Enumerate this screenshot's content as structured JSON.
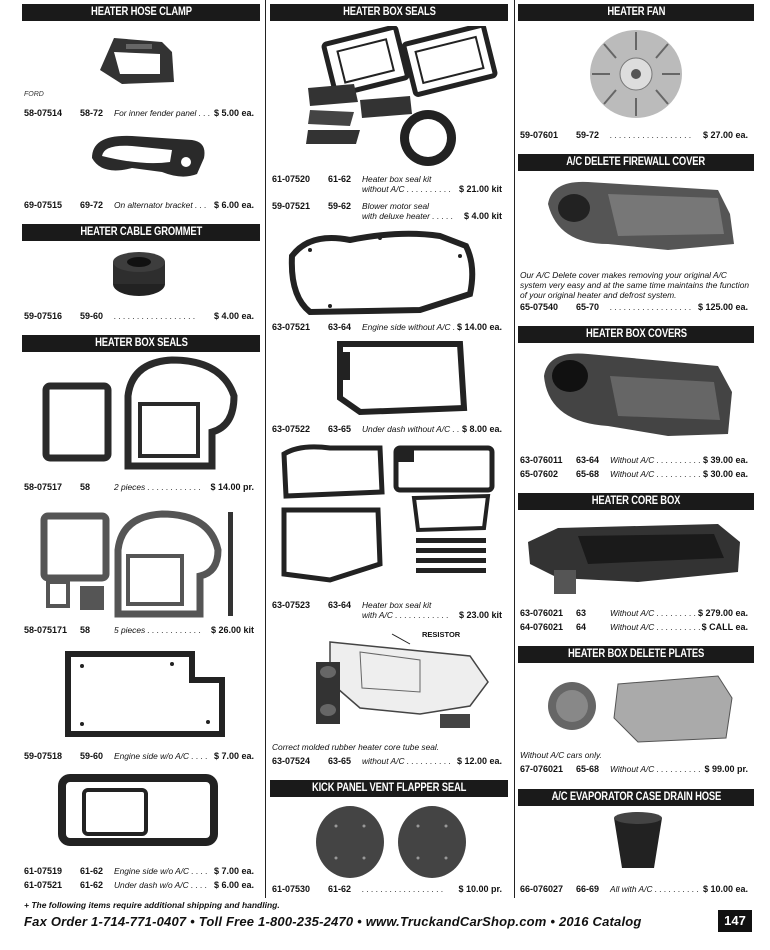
{
  "col1": {
    "hose_clamp_header": "HEATER HOSE CLAMP",
    "hose_clamp_rows": [
      {
        "part": "58-07514",
        "years": "58-72",
        "desc": "For inner fender panel . . .",
        "price": "$ 5.00 ea."
      },
      {
        "part": "69-07515",
        "years": "69-72",
        "desc": "On alternator bracket . . .",
        "price": "$ 6.00 ea."
      }
    ],
    "grommet_header": "HEATER CABLE GROMMET",
    "grommet_rows": [
      {
        "part": "59-07516",
        "years": "59-60",
        "desc": ". . . . . . . . . . . . . . . . . .",
        "price": "$ 4.00 ea."
      }
    ],
    "seals_header": "HEATER BOX SEALS",
    "seals_rows_a": [
      {
        "part": "58-07517",
        "years": "58",
        "desc": "2 pieces . . . . . . . . . . . .",
        "price": "$ 14.00 pr."
      }
    ],
    "seals_rows_b": [
      {
        "part": "58-075171",
        "years": "58",
        "desc": "5 pieces . . . . . . . . . . . .",
        "price": "$ 26.00 kit"
      }
    ],
    "seals_rows_c": [
      {
        "part": "59-07518",
        "years": "59-60",
        "desc": "Engine side w/o A/C . . . .",
        "price": "$ 7.00 ea."
      }
    ],
    "seals_rows_d": [
      {
        "part": "61-07519",
        "years": "61-62",
        "desc": "Engine side w/o A/C . . . .",
        "price": "$ 7.00 ea."
      },
      {
        "part": "61-07521",
        "years": "61-62",
        "desc": "Under dash w/o A/C . . . .",
        "price": "$ 6.00 ea."
      }
    ]
  },
  "col2": {
    "seals_header": "HEATER BOX SEALS",
    "rows_a": [
      {
        "part": "61-07520",
        "years": "61-62",
        "desc": "Heater box seal kit",
        "desc2": "without A/C . . . . . . . . . .",
        "price": "$ 21.00 kit"
      },
      {
        "part": "59-07521",
        "years": "59-62",
        "desc": "Blower motor seal",
        "desc2": "with deluxe heater . . . . .",
        "price": "$ 4.00 kit"
      }
    ],
    "rows_b": [
      {
        "part": "63-07521",
        "years": "63-64",
        "desc": "Engine side without A/C . .",
        "price": "$ 14.00 ea."
      }
    ],
    "rows_c": [
      {
        "part": "63-07522",
        "years": "63-65",
        "desc": "Under dash without A/C . .",
        "price": "$ 8.00 ea."
      }
    ],
    "rows_d": [
      {
        "part": "63-07523",
        "years": "63-64",
        "desc": "Heater box seal kit",
        "desc2": "with A/C . . . . . . . . . . . .",
        "price": "$ 23.00 kit"
      }
    ],
    "resistor_label": "RESISTOR",
    "molded_note": "Correct molded rubber heater core tube seal.",
    "rows_e": [
      {
        "part": "63-07524",
        "years": "63-65",
        "desc": "without A/C . . . . . . . . . .",
        "price": "$ 12.00 ea."
      }
    ],
    "kick_header": "KICK PANEL VENT FLAPPER SEAL",
    "kick_rows": [
      {
        "part": "61-07530",
        "years": "61-62",
        "desc": ". . . . . . . . . . . . . . . . . .",
        "price": "$ 10.00 pr."
      }
    ]
  },
  "col3": {
    "fan_header": "HEATER FAN",
    "fan_rows": [
      {
        "part": "59-07601",
        "years": "59-72",
        "desc": ". . . . . . . . . . . . . . . . . .",
        "price": "$ 27.00 ea."
      }
    ],
    "delete_header": "A/C DELETE FIREWALL COVER",
    "delete_note": "Our A/C Delete cover makes removing your original A/C system very easy and at the same time maintains the function of your original heater and defrost system.",
    "delete_rows": [
      {
        "part": "65-07540",
        "years": "65-70",
        "desc": ". . . . . . . . . . . . . . . . . .",
        "price": "$ 125.00 ea."
      }
    ],
    "covers_header": "HEATER BOX COVERS",
    "covers_rows": [
      {
        "part": "63-076011",
        "years": "63-64",
        "desc": "Without A/C . . . . . . . . . .",
        "price": "$ 39.00 ea."
      },
      {
        "part": "65-07602",
        "years": "65-68",
        "desc": "Without A/C . . . . . . . . . .",
        "price": "$ 30.00 ea."
      }
    ],
    "core_header": "HEATER CORE BOX",
    "core_rows": [
      {
        "part": "63-076021",
        "years": "63",
        "desc": "Without A/C . . . . . . . . . .",
        "price": "$ 279.00 ea."
      },
      {
        "part": "64-076021",
        "years": "64",
        "desc": "Without A/C . . . . . . . . . .",
        "price": "$ CALL ea."
      }
    ],
    "plates_header": "HEATER BOX DELETE PLATES",
    "plates_note": "Without A/C cars only.",
    "plates_rows": [
      {
        "part": "67-076021",
        "years": "65-68",
        "desc": "Without A/C . . . . . . . . . .",
        "price": "$ 99.00 pr."
      }
    ],
    "drain_header": "A/C EVAPORATOR CASE DRAIN HOSE",
    "drain_rows": [
      {
        "part": "66-076027",
        "years": "66-69",
        "desc": "All with A/C . . . . . . . . . .",
        "price": "$ 10.00 ea."
      }
    ]
  },
  "footer": {
    "footnote": "The following items require additional shipping and handling.",
    "line": "Fax Order  1-714-771-0407  •  Toll Free  1-800-235-2470  •  www.TruckandCarShop.com  •  2016 Catalog",
    "page": "147"
  }
}
